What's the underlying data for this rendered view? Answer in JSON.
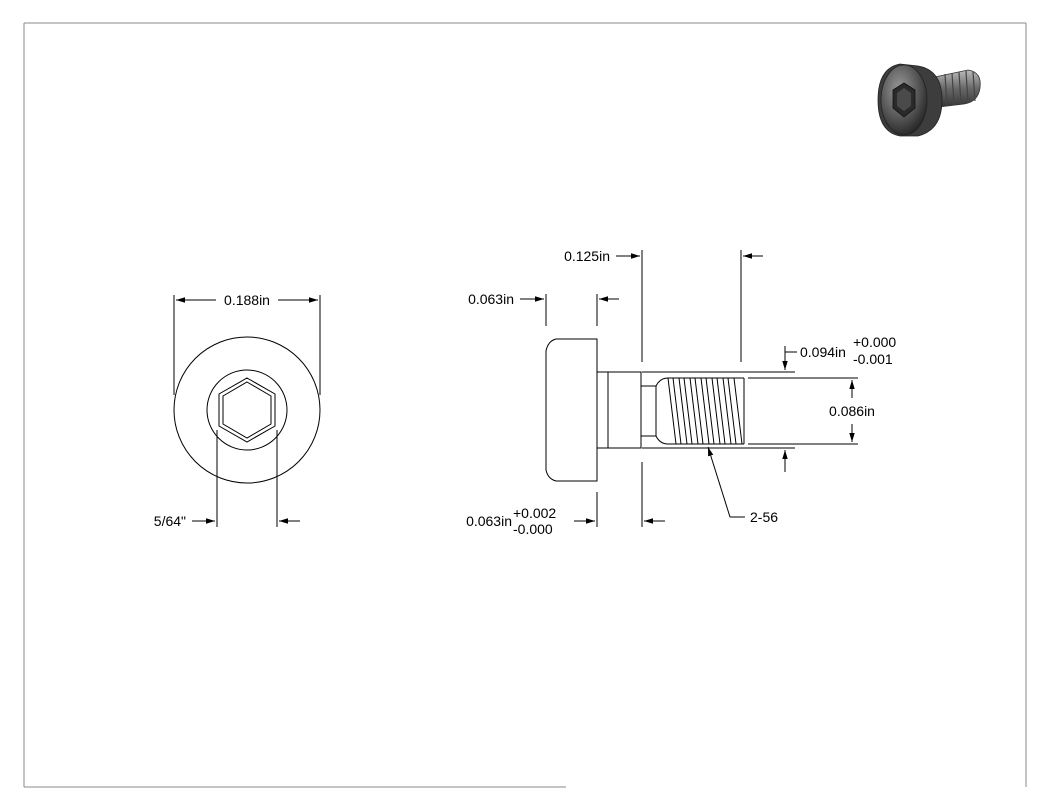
{
  "drawing": {
    "front_view": {
      "width_dim": "0.188in",
      "hex_dim": "5/64\""
    },
    "side_view": {
      "head_height_dim": "0.063in",
      "length_dim": "0.125in",
      "shoulder_dim": "0.063in",
      "shoulder_tol_plus": "+0.002",
      "shoulder_tol_minus": "-0.000",
      "shoulder_diameter_dim": "0.094in",
      "shoulder_diameter_tol_plus": "+0.000",
      "shoulder_diameter_tol_minus": "-0.001",
      "thread_diameter_dim": "0.086in",
      "thread_callout": "2-56"
    }
  },
  "colors": {
    "line": "#000000",
    "border": "#8a8a8a",
    "background": "#ffffff"
  },
  "thumbnail_icon": "shoulder-screw-3d-icon"
}
